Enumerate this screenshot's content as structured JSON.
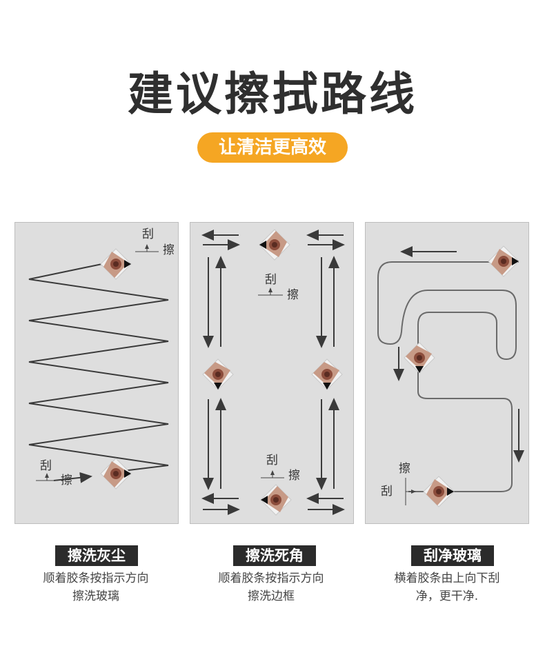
{
  "header": {
    "title": "建议擦拭路线",
    "subtitle": "让清洁更高效",
    "accent_color": "#f5a623"
  },
  "labels": {
    "scrape": "刮",
    "wipe": "擦"
  },
  "cards": [
    {
      "title": "擦洗灰尘",
      "desc_line1": "顺着胶条按指示方向",
      "desc_line2": "擦洗玻璃"
    },
    {
      "title": "擦洗死角",
      "desc_line1": "顺着胶条按指示方向",
      "desc_line2": "擦洗边框"
    },
    {
      "title": "刮净玻璃",
      "desc_line1": "横着胶条由上向下刮",
      "desc_line2": "净，更干净."
    }
  ]
}
